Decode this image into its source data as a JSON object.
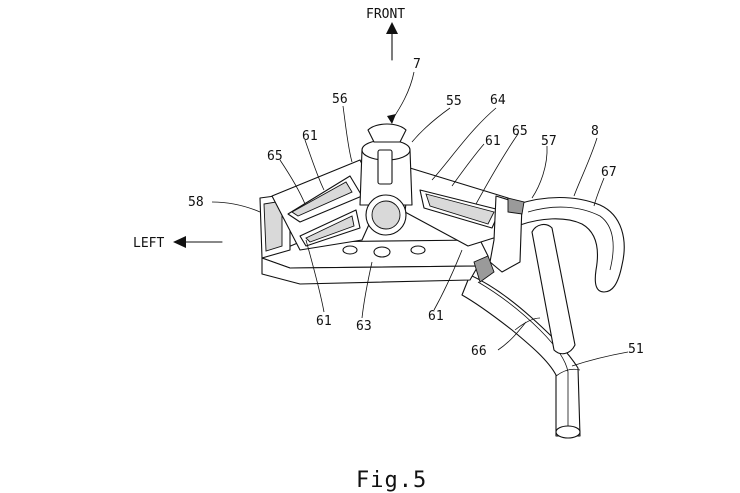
{
  "directions": {
    "front": "FRONT",
    "left": "LEFT"
  },
  "caption": "Fig.5",
  "labels": {
    "l7": "7",
    "l8": "8",
    "l51": "51",
    "l55": "55",
    "l56": "56",
    "l57": "57",
    "l58": "58",
    "l61a": "61",
    "l61b": "61",
    "l61c": "61",
    "l61d": "61",
    "l63": "63",
    "l64": "64",
    "l65a": "65",
    "l65b": "65",
    "l66": "66",
    "l67": "67"
  }
}
